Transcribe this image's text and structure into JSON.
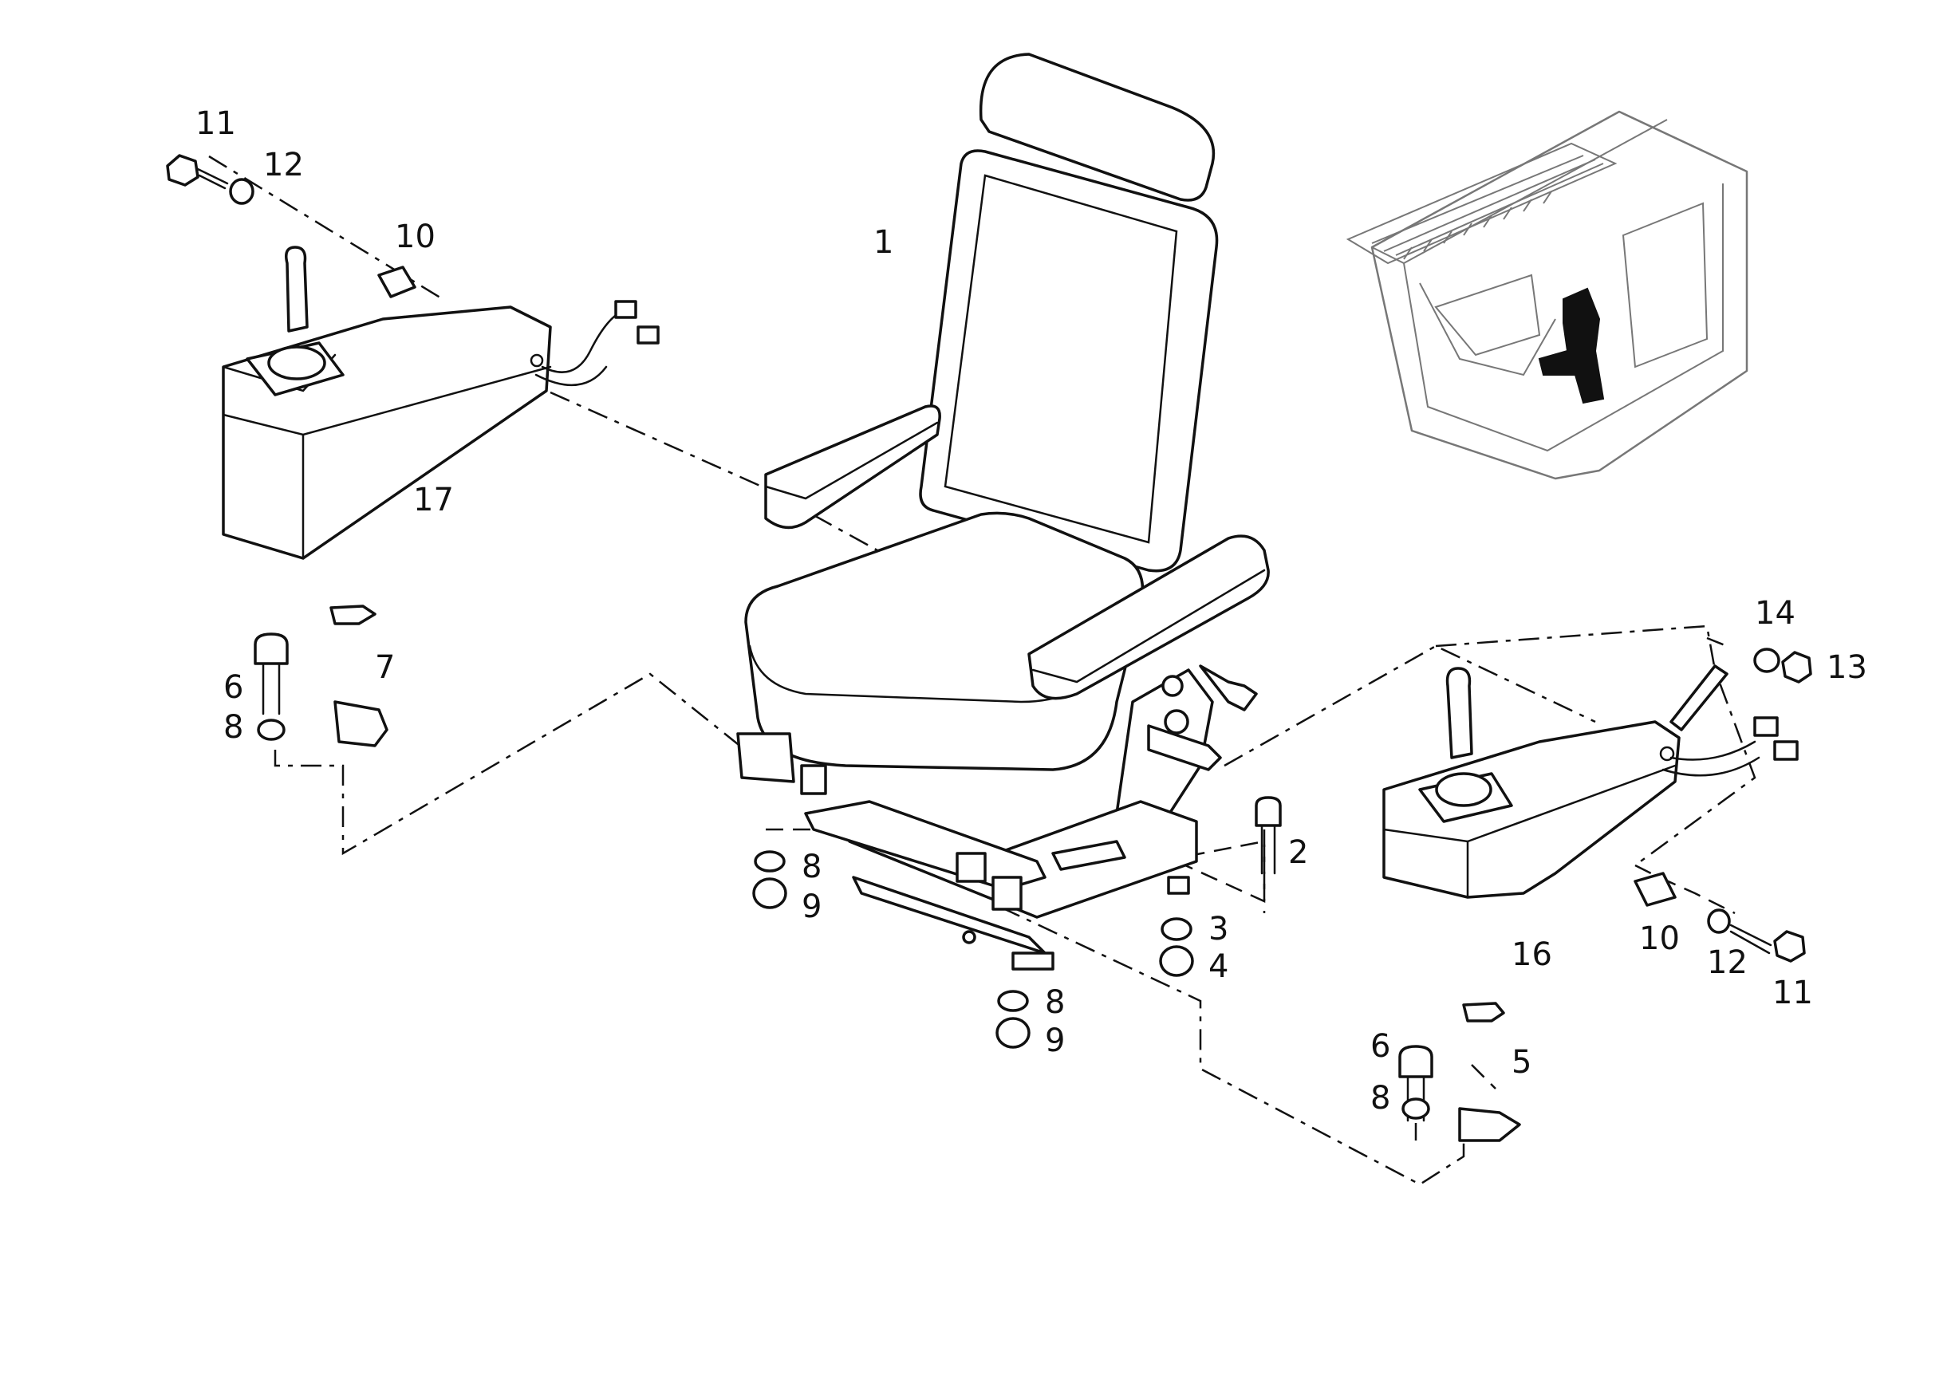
{
  "callouts": [
    {
      "id": "c1",
      "text": "1"
    },
    {
      "id": "c2",
      "text": "2"
    },
    {
      "id": "c3",
      "text": "3"
    },
    {
      "id": "c4",
      "text": "4"
    },
    {
      "id": "c5",
      "text": "5"
    },
    {
      "id": "c6a",
      "text": "6"
    },
    {
      "id": "c6b",
      "text": "6"
    },
    {
      "id": "c7",
      "text": "7"
    },
    {
      "id": "c8a",
      "text": "8"
    },
    {
      "id": "c8b",
      "text": "8"
    },
    {
      "id": "c8c",
      "text": "8"
    },
    {
      "id": "c8d",
      "text": "8"
    },
    {
      "id": "c9a",
      "text": "9"
    },
    {
      "id": "c9b",
      "text": "9"
    },
    {
      "id": "c10a",
      "text": "10"
    },
    {
      "id": "c10b",
      "text": "10"
    },
    {
      "id": "c11a",
      "text": "11"
    },
    {
      "id": "c11b",
      "text": "11"
    },
    {
      "id": "c12a",
      "text": "12"
    },
    {
      "id": "c12b",
      "text": "12"
    },
    {
      "id": "c13",
      "text": "13"
    },
    {
      "id": "c14",
      "text": "14"
    },
    {
      "id": "c16",
      "text": "16"
    },
    {
      "id": "c17",
      "text": "17"
    }
  ]
}
